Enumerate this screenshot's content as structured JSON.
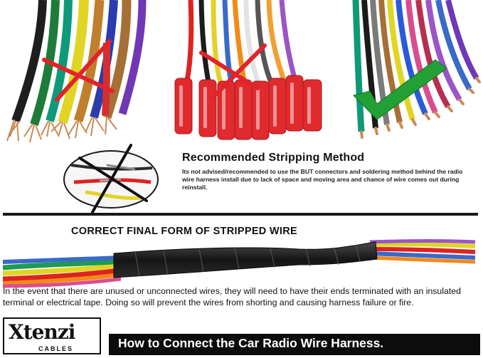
{
  "top": {
    "heading": "Recommended Stripping Method",
    "description": "Its not advised/recommended to use the BUT connectors and soldering method behind the radio wire harness install due to lack of space and moving area and chance of wire comes out during reinstall."
  },
  "middle": {
    "heading": "CORRECT FINAL FORM OF STRIPPED WIRE",
    "body": "In the event that there are unused or unconnected wires, they will need to have their ends terminated with an insulated terminal or electrical tape. Doing so will prevent the wires from shorting and causing harness failure or fire."
  },
  "footer": {
    "brand": "Xtenzi",
    "brand_sub": "CABLES",
    "title": "How to Connect the Car Radio Wire Harness."
  },
  "colors": {
    "cross": "#e0242a",
    "check": "#23a035",
    "divider": "#1a1a1a"
  },
  "icons": [
    "cross-mark-icon",
    "check-mark-icon",
    "prohibited-icon"
  ]
}
